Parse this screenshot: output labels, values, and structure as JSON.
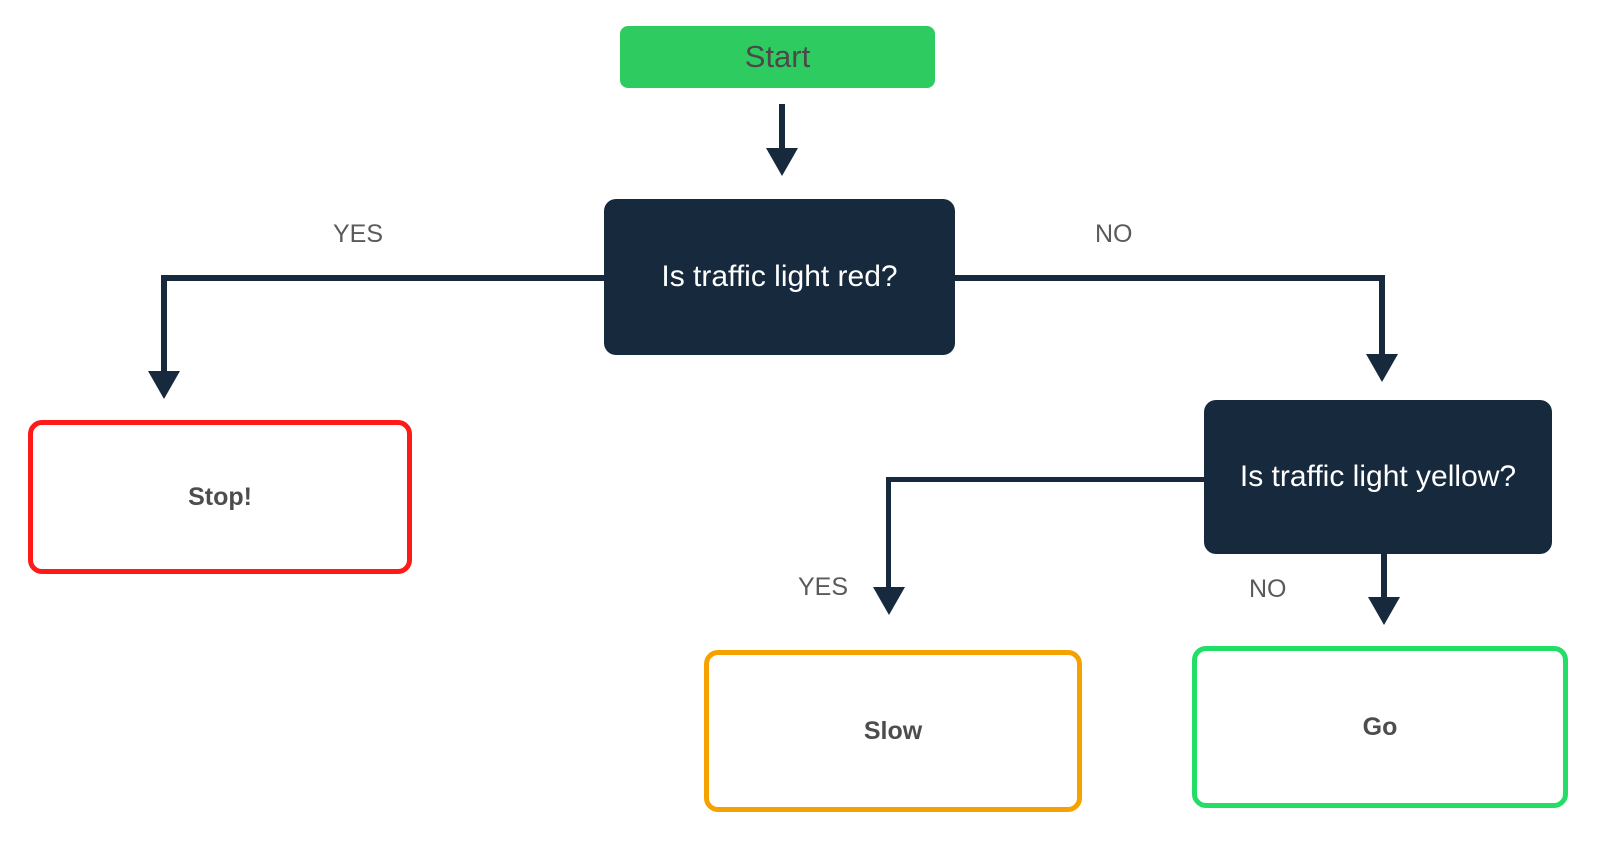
{
  "diagram": {
    "title": "Traffic light decision flowchart",
    "background": "#ffffff",
    "colors": {
      "start_fill": "#2ECC60",
      "decision_fill": "#17293D",
      "stop_border": "#FF1A1A",
      "slow_border": "#F5A200",
      "go_border": "#22DD66",
      "edge": "#17293D",
      "edge_label_text": "#5a5a5a",
      "decision_text": "#ffffff",
      "terminal_text": "#4d4d4d"
    },
    "nodes": {
      "start": {
        "label": "Start",
        "shape": "rounded-rect",
        "style": "filled"
      },
      "decision_red": {
        "label": "Is traffic light red?",
        "shape": "rounded-rect",
        "style": "filled"
      },
      "stop": {
        "label": "Stop!",
        "shape": "rounded-rect",
        "style": "outlined"
      },
      "decision_yellow": {
        "label": "Is traffic light yellow?",
        "shape": "rounded-rect",
        "style": "filled"
      },
      "slow": {
        "label": "Slow",
        "shape": "rounded-rect",
        "style": "outlined"
      },
      "go": {
        "label": "Go",
        "shape": "rounded-rect",
        "style": "outlined"
      }
    },
    "edges": [
      {
        "from": "start",
        "to": "decision_red",
        "label": ""
      },
      {
        "from": "decision_red",
        "to": "stop",
        "label": "YES"
      },
      {
        "from": "decision_red",
        "to": "decision_yellow",
        "label": "NO"
      },
      {
        "from": "decision_yellow",
        "to": "slow",
        "label": "YES"
      },
      {
        "from": "decision_yellow",
        "to": "go",
        "label": "NO"
      }
    ],
    "edge_labels": {
      "red_yes": "YES",
      "red_no": "NO",
      "yellow_yes": "YES",
      "yellow_no": "NO"
    }
  }
}
